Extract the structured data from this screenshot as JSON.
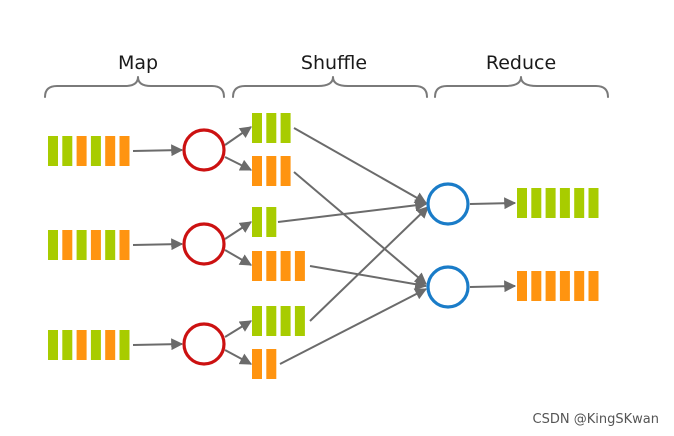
{
  "stages": {
    "map": "Map",
    "shuffle": "Shuffle",
    "reduce": "Reduce"
  },
  "watermark": "CSDN @KingSKwan",
  "colors": {
    "green": "#a8cc00",
    "orange": "#ff9410",
    "map_node": "#cc1111",
    "reduce_node": "#1a7cc8",
    "arrow": "#6b6b6b",
    "brace": "#7a7a7a"
  },
  "inputs": [
    [
      "green",
      "green",
      "orange",
      "green",
      "orange",
      "orange"
    ],
    [
      "green",
      "orange",
      "green",
      "orange",
      "green",
      "orange"
    ],
    [
      "green",
      "green",
      "orange",
      "green",
      "orange",
      "green"
    ]
  ],
  "partitions": [
    [
      "green",
      "green",
      "green"
    ],
    [
      "orange",
      "orange",
      "orange"
    ],
    [
      "green",
      "green"
    ],
    [
      "orange",
      "orange",
      "orange",
      "orange"
    ],
    [
      "green",
      "green",
      "green",
      "green"
    ],
    [
      "orange",
      "orange"
    ]
  ],
  "outputs": [
    [
      "green",
      "green",
      "green",
      "green",
      "green",
      "green"
    ],
    [
      "orange",
      "orange",
      "orange",
      "orange",
      "orange",
      "orange"
    ]
  ]
}
